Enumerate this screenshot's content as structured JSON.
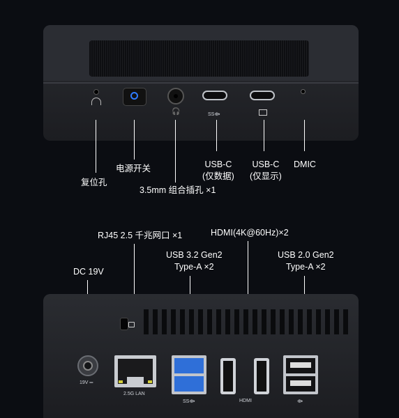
{
  "front_labels": {
    "reset": "复位孔",
    "power": "电源开关",
    "audio": "3.5mm 组合插孔 ×1",
    "usbc_data": [
      "USB-C",
      "(仅数据)"
    ],
    "usbc_display": [
      "USB-C",
      "(仅显示)"
    ],
    "dmic": "DMIC"
  },
  "rear_labels": {
    "dc": "DC 19V",
    "rj45": "RJ45 2.5 千兆网口 ×1",
    "hdmi": "HDMI(4K@60Hz)×2",
    "usb32": [
      "USB 3.2 Gen2",
      "Type-A ×2"
    ],
    "usb20": [
      "USB 2.0 Gen2",
      "Type-A ×2"
    ]
  },
  "port_marks": {
    "dc_mark": "19V ═",
    "lan_mark": "2.5G LAN",
    "hdmi_mark": "HDMI",
    "ss_mark": "SS⟴",
    "usb_mark": "⟴"
  },
  "colors": {
    "background": "#0b0d12",
    "device_body": "#222428",
    "power_led": "#2f7bff",
    "usb3_blue": "#2f6fd8"
  }
}
